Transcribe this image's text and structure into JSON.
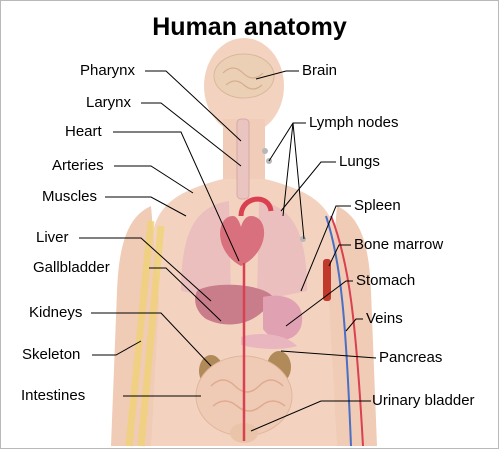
{
  "title": "Human anatomy",
  "labels": {
    "pharynx": "Pharynx",
    "larynx": "Larynx",
    "heart": "Heart",
    "arteries": "Arteries",
    "muscles": "Muscles",
    "liver": "Liver",
    "gallbladder": "Gallbladder",
    "kidneys": "Kidneys",
    "skeleton": "Skeleton",
    "intestines": "Intestines",
    "brain": "Brain",
    "lymph_nodes": "Lymph nodes",
    "lungs": "Lungs",
    "spleen": "Spleen",
    "bone_marrow": "Bone marrow",
    "stomach": "Stomach",
    "veins": "Veins",
    "pancreas": "Pancreas",
    "urinary_bladder": "Urinary bladder"
  },
  "colors": {
    "skin": "#f3d3c0",
    "organ_pink": "#e3a0ae",
    "liver": "#c97c8a",
    "artery": "#d94050",
    "vein": "#4a6fc4",
    "bone": "#f0d27a",
    "kidney": "#b08a58"
  }
}
